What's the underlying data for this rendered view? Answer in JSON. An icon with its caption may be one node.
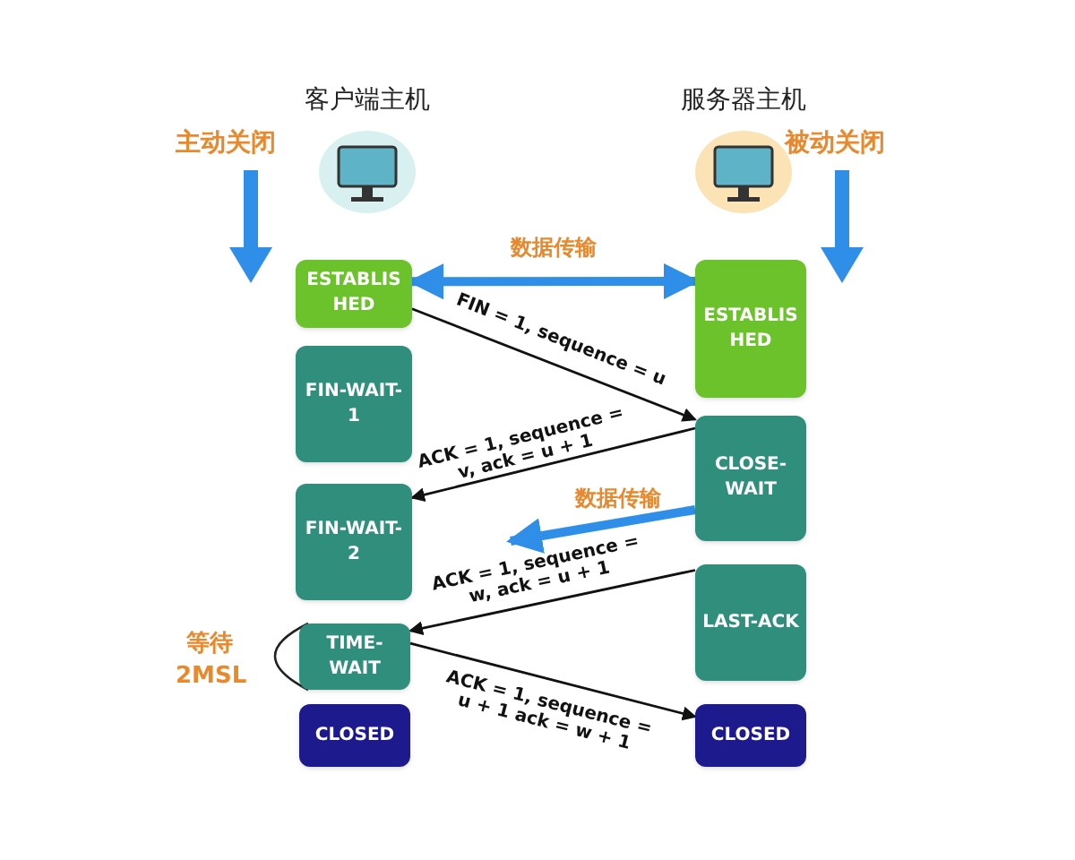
{
  "diagram": {
    "nodes": [
      {
        "text": [
          "ESTABLIS HED"
        ]
      },
      {
        "text": [
          "FIN-WAIT-1"
        ]
      },
      {
        "text": [
          "FIN-WAIT-2"
        ]
      },
      {
        "text": [
          "TIME-WAIT"
        ]
      },
      {
        "text": [
          "CLOSED"
        ]
      },
      {
        "text": [
          "ESTABLIS HED"
        ]
      },
      {
        "text": [
          "CLOSE- WAIT"
        ]
      },
      {
        "text": [
          "LAST-ACK"
        ]
      },
      {
        "text": [
          "CLOSED"
        ]
      }
    ],
    "edges": [
      {
        "from": 0,
        "to": 5,
        "arrow": "both",
        "label": "数据传输",
        "style": "thick",
        "color": "#2f8fe8"
      },
      {
        "from": 0,
        "to": 6,
        "arrow": "to",
        "label": "FIN = 1, sequence = u"
      },
      {
        "from": 6,
        "to": 2,
        "arrow": "to",
        "label": "ACK = 1, sequence = v, ack = u + 1"
      },
      {
        "from": 6,
        "to": null,
        "arrow": "to",
        "label": "数据传输",
        "style": "thick",
        "color": "#2f8fe8"
      },
      {
        "from": 7,
        "to": 3,
        "arrow": "to",
        "label": "ACK = 1, sequence = w, ack = u + 1"
      },
      {
        "from": 3,
        "to": 8,
        "arrow": "to",
        "label": "ACK = 1, sequence = u + 1 ack = w + 1"
      }
    ],
    "labels": [
      "客户端主机",
      "服务器主机",
      "主动关闭",
      "被动关闭",
      "等待",
      "2MSL"
    ]
  }
}
